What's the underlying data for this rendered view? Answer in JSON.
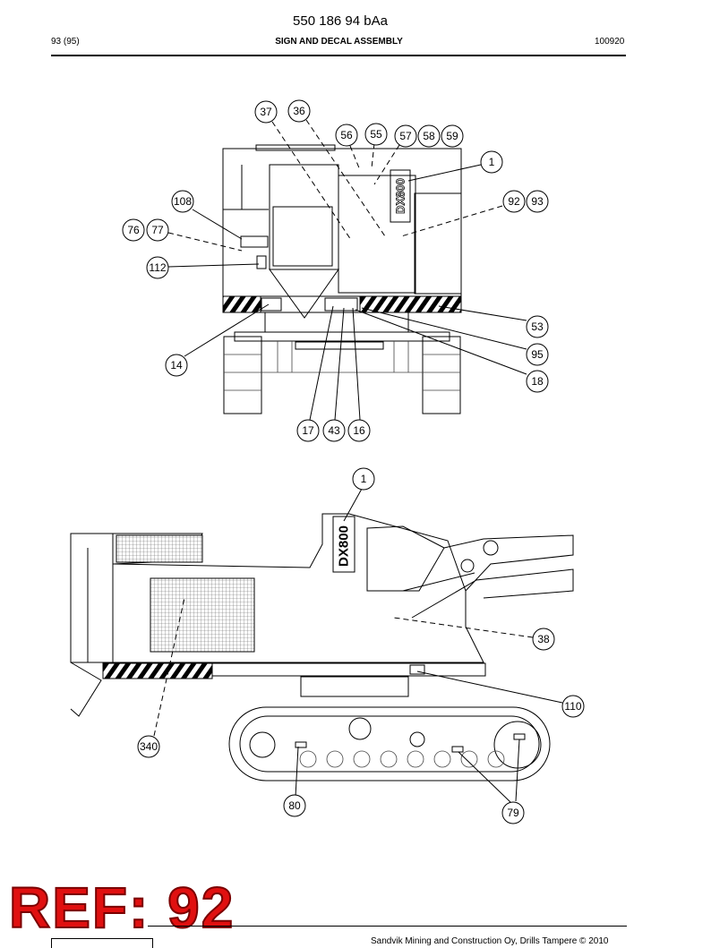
{
  "header": {
    "doc_number": "550 186 94 bAa",
    "page": "93 (95)",
    "title": "SIGN AND DECAL ASSEMBLY",
    "date": "100920"
  },
  "top_view": {
    "model_decal": "DX800",
    "callouts": [
      "37",
      "36",
      "56",
      "55",
      "57",
      "58",
      "59",
      "1",
      "108",
      "92",
      "93",
      "76",
      "77",
      "112",
      "53",
      "95",
      "14",
      "18",
      "17",
      "43",
      "16"
    ]
  },
  "side_view": {
    "model_decal": "DX800",
    "callouts": [
      "1",
      "38",
      "110",
      "340",
      "80",
      "79"
    ]
  },
  "stamp": {
    "text": "REF: 92",
    "color": "#e01010"
  },
  "footer": {
    "text": "Sandvik Mining and Construction Oy, Drills Tampere © 2010"
  }
}
